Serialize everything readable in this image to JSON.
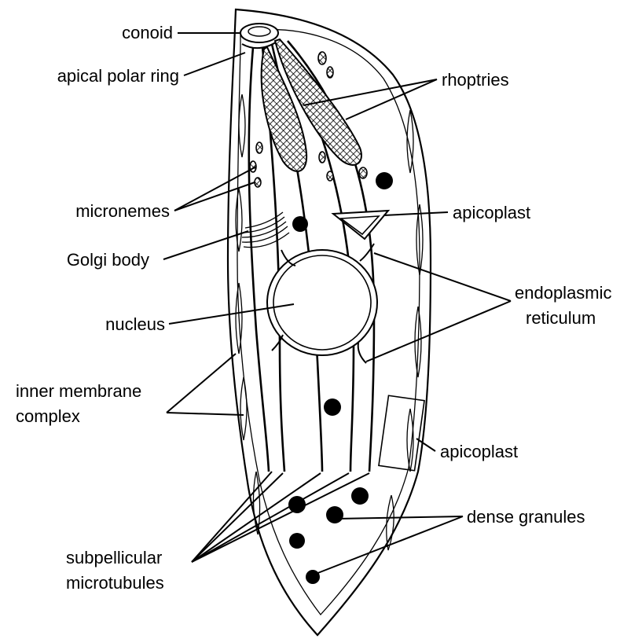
{
  "labels": {
    "conoid": "conoid",
    "apical_polar_ring": "apical polar ring",
    "rhoptries": "rhoptries",
    "micronemes": "micronemes",
    "apicoplast_top": "apicoplast",
    "golgi_body": "Golgi body",
    "endoplasmic_line1": "endoplasmic",
    "endoplasmic_line2": "reticulum",
    "nucleus": "nucleus",
    "imc_line1": "inner membrane",
    "imc_line2": "complex",
    "apicoplast_bottom": "apicoplast",
    "dense_granules": "dense granules",
    "subpellicular_line1": "subpellicular",
    "subpellicular_line2": "microtubules"
  }
}
